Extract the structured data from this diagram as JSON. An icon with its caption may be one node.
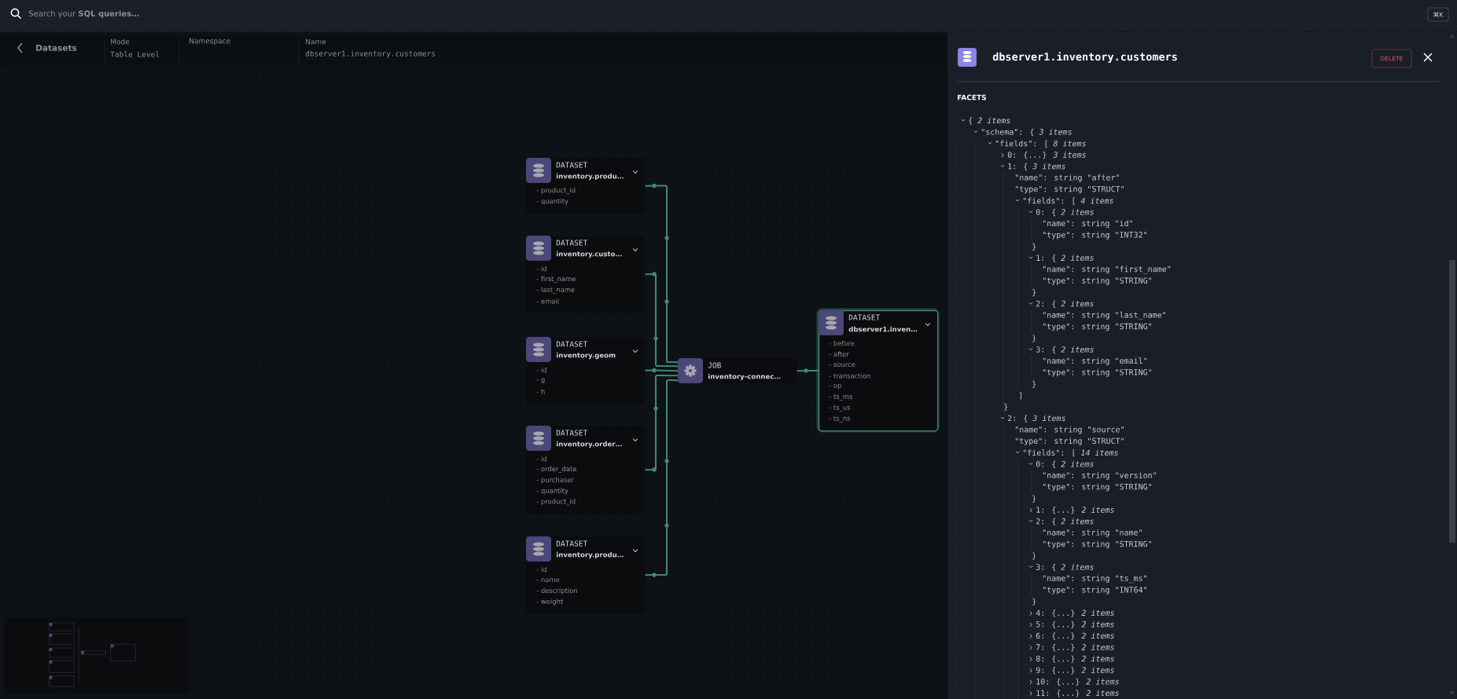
{
  "diagram": {
    "nodes": [
      {
        "text": [
          "DATASET",
          "inventory.produ…",
          "- product_id",
          "- quantity"
        ]
      },
      {
        "text": [
          "DATASET",
          "inventory.custo…",
          "- id",
          "- first_name",
          "- last_name",
          "- email"
        ]
      },
      {
        "text": [
          "DATASET",
          "inventory.geom",
          "- id",
          "- g",
          "- h"
        ]
      },
      {
        "text": [
          "DATASET",
          "inventory.order…",
          "- id",
          "- order_date",
          "- purchaser",
          "- quantity",
          "- product_id"
        ]
      },
      {
        "text": [
          "DATASET",
          "inventory.produ…",
          "- id",
          "- name",
          "- description",
          "- weight"
        ]
      },
      {
        "text": [
          "JOB",
          "inventory-connec…"
        ]
      },
      {
        "text": [
          "DATASET",
          "dbserver1.inven…",
          "- before",
          "- after",
          "- source",
          "- transaction",
          "- op",
          "- ts_ms",
          "- ts_us",
          "- ts_ns"
        ]
      }
    ],
    "edges": [
      {
        "from": 0,
        "to": 5,
        "arrow": "none"
      },
      {
        "from": 1,
        "to": 5,
        "arrow": "none"
      },
      {
        "from": 2,
        "to": 5,
        "arrow": "none"
      },
      {
        "from": 3,
        "to": 5,
        "arrow": "none"
      },
      {
        "from": 4,
        "to": 5,
        "arrow": "none"
      },
      {
        "from": 5,
        "to": 6,
        "arrow": "none"
      }
    ],
    "labels": [
      "Search your **SQL queries…**",
      "⌘K",
      "Datasets",
      "Mode",
      "Table Level",
      "Namespace",
      "Name",
      "dbserver1.inventory.customers",
      "dbserver1.inventory.customers",
      "DELETE",
      "FACETS",
      "{ *2 items*",
      "\"schema\": { *3 items*",
      "\"fields\": [ *8 items*",
      "0: {...} *3 items*",
      "1: { *3 items*",
      "\"name\": string \"after\"",
      "\"type\": string \"STRUCT\"",
      "\"fields\": [ *4 items*",
      "0: { *2 items*",
      "\"name\": string \"id\"",
      "\"type\": string \"INT32\"",
      "}",
      "1: { *2 items*",
      "\"name\": string \"first_name\"",
      "\"type\": string \"STRING\"",
      "}",
      "2: { *2 items*",
      "\"name\": string \"last_name\"",
      "\"type\": string \"STRING\"",
      "}",
      "3: { *2 items*",
      "\"name\": string \"email\"",
      "\"type\": string \"STRING\"",
      "}",
      "]",
      "}",
      "2: { *3 items*",
      "\"name\": string \"source\"",
      "\"type\": string \"STRUCT\"",
      "\"fields\": [ *14 items*",
      "0: { *2 items*",
      "\"name\": string \"version\"",
      "\"type\": string \"STRING\"",
      "}",
      "1: {...} *2 items*",
      "2: { *2 items*",
      "\"name\": string \"name\"",
      "\"type\": string \"STRING\"",
      "}",
      "3: { *2 items*",
      "\"name\": string \"ts_ms\"",
      "\"type\": string \"INT64\"",
      "}",
      "4: {...} *2 items*",
      "5: {...} *2 items*",
      "6: {...} *2 items*",
      "7: {...} *2 items*",
      "8: {...} *2 items*",
      "9: {...} *2 items*",
      "10: {...} *2 items*",
      "11: {...} *2 items*"
    ]
  }
}
